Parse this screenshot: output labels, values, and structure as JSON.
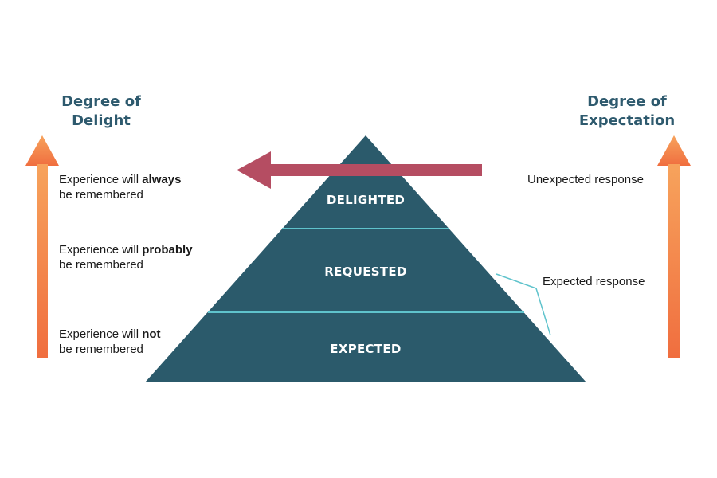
{
  "headings": {
    "delight": [
      "Degree of",
      "Delight"
    ],
    "expectation": [
      "Degree of",
      "Expectation"
    ]
  },
  "levels": [
    {
      "label": "DELIGHTED"
    },
    {
      "label": "REQUESTED"
    },
    {
      "label": "EXPECTED"
    }
  ],
  "left_notes": [
    {
      "prefix": "Experience will ",
      "emphasis": "always",
      "line2": "be remembered"
    },
    {
      "prefix": "Experience will ",
      "emphasis": "probably",
      "line2": "be remembered"
    },
    {
      "prefix": "Experience will ",
      "emphasis": "not",
      "line2": "be remembered"
    }
  ],
  "right_notes": {
    "unexpected": "Unexpected response",
    "expected": "Expected response"
  },
  "colors": {
    "pyramid": "#2b5a6b",
    "divider": "#5fc3cc",
    "arrow_red": "#b54d62",
    "heading": "#2e5a6e",
    "gradient_top": "#f7a35c",
    "gradient_bottom": "#f06e3f",
    "connector": "#5fc3cc"
  }
}
